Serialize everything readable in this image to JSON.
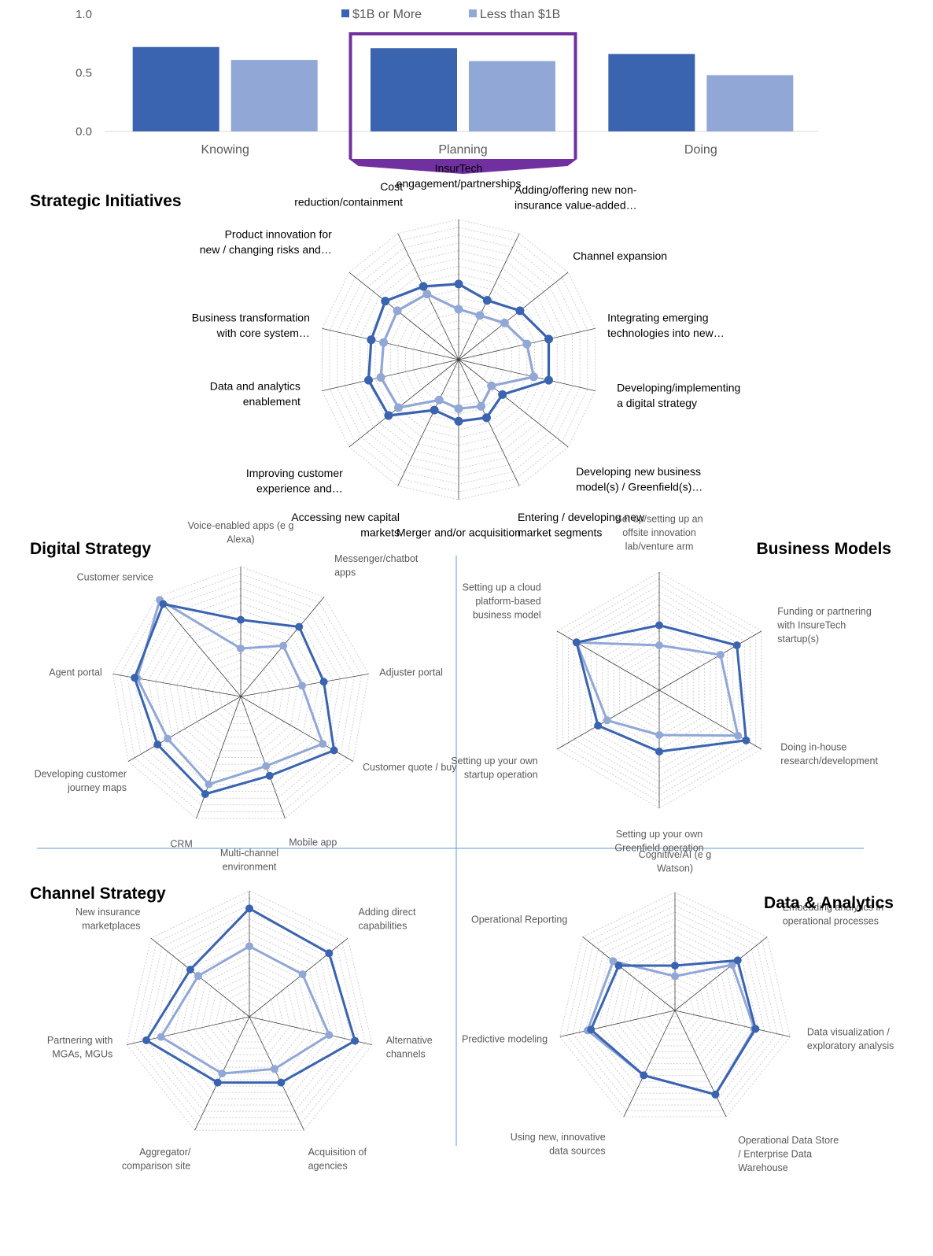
{
  "colors": {
    "large": "#3a63b0",
    "small": "#91a7d6",
    "highlight": "#7030a0",
    "divider": "#5b9bd5",
    "grid": "#d0d0d0",
    "spoke": "#404040"
  },
  "chart_data": [
    {
      "id": "bar",
      "type": "bar",
      "categories": [
        "Knowing",
        "Planning",
        "Doing"
      ],
      "series": [
        {
          "name": "$1B or More",
          "values": [
            0.72,
            0.71,
            0.66
          ]
        },
        {
          "name": "Less than $1B",
          "values": [
            0.61,
            0.6,
            0.48
          ]
        }
      ],
      "ylim": [
        0,
        1.0
      ],
      "yticks": [
        "0.0",
        "0.5",
        "1.0"
      ],
      "legend": "top-center",
      "highlight": "Planning"
    },
    {
      "id": "strategic",
      "type": "radar",
      "title": "Strategic Initiatives",
      "axes": [
        [
          "InsurTech",
          "engagement/partnerships"
        ],
        [
          "Adding/offering new non-",
          "insurance value-added…"
        ],
        [
          "Channel expansion"
        ],
        [
          "Integrating emerging",
          "technologies into new…"
        ],
        [
          "Developing/implementing",
          "a digital strategy"
        ],
        [
          "Developing new business",
          "model(s) / Greenfield(s)…"
        ],
        [
          "Entering / developing new",
          "market segments"
        ],
        [
          "Merger and/or acquisition"
        ],
        [
          "Accessing new capital",
          "markets"
        ],
        [
          "Improving customer",
          "experience and…"
        ],
        [
          "Data and analytics",
          "enablement"
        ],
        [
          "Business transformation",
          "with core system…"
        ],
        [
          "Product innovation for",
          "new / changing risks and…"
        ],
        [
          "Cost",
          "reduction/containment"
        ]
      ],
      "series": [
        {
          "name": "$1B or More",
          "values": [
            0.54,
            0.47,
            0.56,
            0.66,
            0.66,
            0.4,
            0.46,
            0.44,
            0.4,
            0.64,
            0.66,
            0.64,
            0.67,
            0.58
          ]
        },
        {
          "name": "Less than $1B",
          "values": [
            0.36,
            0.35,
            0.42,
            0.5,
            0.55,
            0.3,
            0.37,
            0.35,
            0.32,
            0.55,
            0.57,
            0.55,
            0.56,
            0.52
          ]
        }
      ],
      "rmax": 1.0
    },
    {
      "id": "digital",
      "type": "radar",
      "title": "Digital Strategy",
      "axes": [
        [
          "Voice-enabled apps (e g",
          "Alexa)"
        ],
        [
          "Messenger/chatbot",
          "apps"
        ],
        [
          "Adjuster portal"
        ],
        [
          "Customer quote / buy"
        ],
        [
          "Mobile app"
        ],
        [
          "CRM"
        ],
        [
          "Developing customer",
          "journey maps"
        ],
        [
          "Agent portal"
        ],
        [
          "Customer service"
        ]
      ],
      "series": [
        {
          "name": "$1B or More",
          "values": [
            0.59,
            0.7,
            0.65,
            0.83,
            0.65,
            0.8,
            0.74,
            0.83,
            0.93
          ]
        },
        {
          "name": "Less than $1B",
          "values": [
            0.37,
            0.51,
            0.48,
            0.73,
            0.57,
            0.72,
            0.65,
            0.81,
            0.97
          ]
        }
      ],
      "rmax": 1.0
    },
    {
      "id": "business",
      "type": "radar",
      "title": "Business Models",
      "axes": [
        [
          "Set up/setting up an",
          "offsite innovation",
          "lab/venture arm"
        ],
        [
          "Funding or partnering",
          "with InsureTech",
          "startup(s)"
        ],
        [
          "Doing in-house",
          "research/development"
        ],
        [
          "Setting up your own",
          "Greenfield operation"
        ],
        [
          "Setting up your own",
          "startup operation"
        ],
        [
          "Setting up a cloud",
          "platform-based",
          "business model"
        ]
      ],
      "series": [
        {
          "name": "$1B or More",
          "values": [
            0.55,
            0.76,
            0.85,
            0.52,
            0.6,
            0.81
          ]
        },
        {
          "name": "Less than $1B",
          "values": [
            0.38,
            0.6,
            0.77,
            0.38,
            0.51,
            0.81
          ]
        }
      ],
      "rmax": 1.0
    },
    {
      "id": "channel",
      "type": "radar",
      "title": "Channel Strategy",
      "axes": [
        [
          "Multi-channel",
          "environment"
        ],
        [
          "Adding direct",
          "capabilities"
        ],
        [
          "Alternative",
          "channels"
        ],
        [
          "Acquisition of",
          "agencies"
        ],
        [
          "Aggregator/",
          "comparison site"
        ],
        [
          "Partnering with",
          "MGAs, MGUs"
        ],
        [
          "New insurance",
          "marketplaces"
        ]
      ],
      "series": [
        {
          "name": "$1B or More",
          "values": [
            0.86,
            0.81,
            0.86,
            0.58,
            0.58,
            0.84,
            0.6
          ]
        },
        {
          "name": "Less than $1B",
          "values": [
            0.56,
            0.54,
            0.65,
            0.46,
            0.5,
            0.72,
            0.52
          ]
        }
      ],
      "rmax": 1.0
    },
    {
      "id": "data",
      "type": "radar",
      "title": "Data & Analytics",
      "axes": [
        [
          "Cognitive/AI (e g",
          "Watson)"
        ],
        [
          "Embedding analytics in",
          "operational processes"
        ],
        [
          "Data visualization /",
          "exploratory analysis"
        ],
        [
          "Operational Data Store",
          "/ Enterprise Data",
          "Warehouse"
        ],
        [
          "Using new, innovative",
          "data sources"
        ],
        [
          "Predictive modeling"
        ],
        [
          "Operational Reporting"
        ]
      ],
      "series": [
        {
          "name": "$1B or More",
          "values": [
            0.38,
            0.68,
            0.7,
            0.79,
            0.61,
            0.73,
            0.61
          ]
        },
        {
          "name": "Less than $1B",
          "values": [
            0.29,
            0.62,
            0.69,
            0.79,
            0.61,
            0.76,
            0.67
          ]
        }
      ],
      "rmax": 1.0
    }
  ]
}
